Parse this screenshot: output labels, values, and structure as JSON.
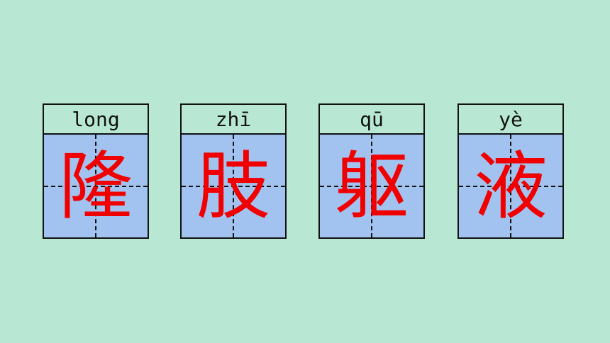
{
  "cards": [
    {
      "pinyin": "long",
      "hanzi": "隆"
    },
    {
      "pinyin": "zhī",
      "hanzi": "肢"
    },
    {
      "pinyin": "qū",
      "hanzi": "躯"
    },
    {
      "pinyin": "yè",
      "hanzi": "液"
    }
  ],
  "colors": {
    "background": "#b8e8d3",
    "grid_fill": "#a2c3f0",
    "character": "#f00000",
    "lines": "#111111"
  }
}
